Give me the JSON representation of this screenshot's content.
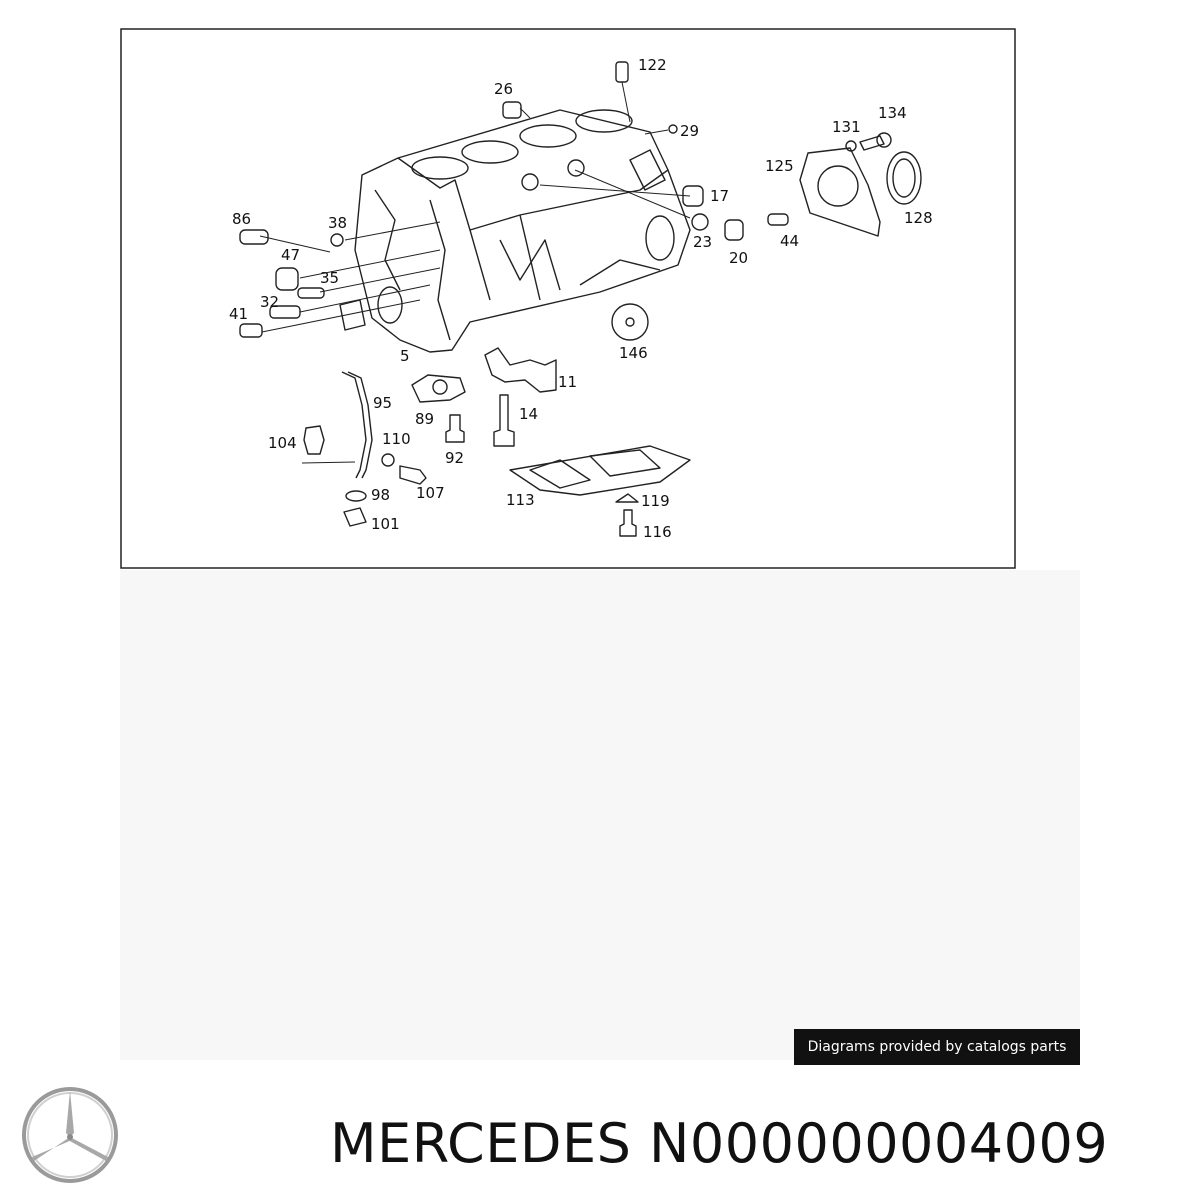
{
  "diagram": {
    "callouts": [
      "122",
      "26",
      "29",
      "131",
      "134",
      "125",
      "17",
      "128",
      "86",
      "38",
      "23",
      "44",
      "47",
      "20",
      "35",
      "32",
      "41",
      "146",
      "5",
      "11",
      "95",
      "89",
      "14",
      "104",
      "110",
      "92",
      "98",
      "107",
      "113",
      "119",
      "101",
      "116"
    ]
  },
  "footer": {
    "credit": "Diagrams provided by catalogs parts",
    "brand": "MERCEDES",
    "part_number": "N000000004009",
    "logo_icon": "mercedes-star-icon"
  }
}
